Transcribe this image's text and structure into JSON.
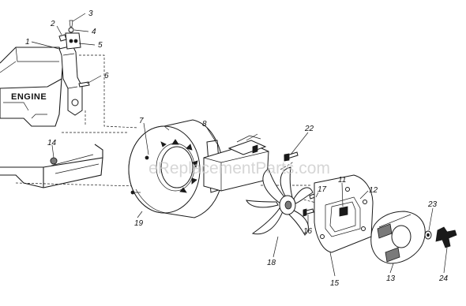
{
  "diagram": {
    "engine_label": "ENGINE",
    "watermark": "eReplacementParts.com",
    "callouts": [
      "1",
      "2",
      "3",
      "4",
      "5",
      "6",
      "7",
      "8",
      "11",
      "12",
      "13",
      "14",
      "15",
      "16",
      "17",
      "18",
      "19",
      "22",
      "23",
      "24"
    ]
  }
}
